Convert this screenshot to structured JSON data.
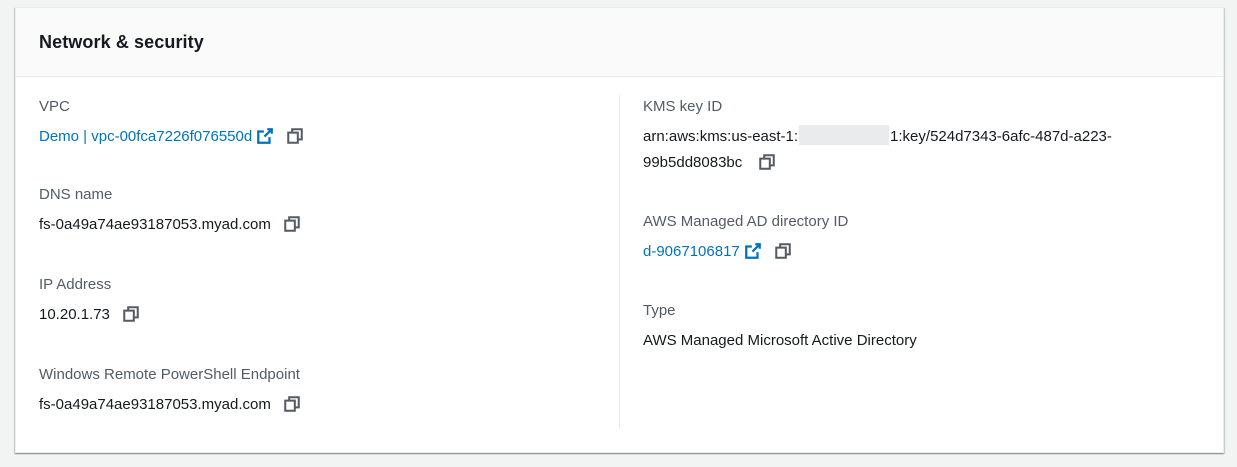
{
  "panel": {
    "title": "Network & security"
  },
  "left": {
    "vpc": {
      "label": "VPC",
      "value": "Demo | vpc-00fca7226f076550d"
    },
    "dns_name": {
      "label": "DNS name",
      "value": "fs-0a49a74ae93187053.myad.com"
    },
    "ip_address": {
      "label": "IP Address",
      "value": "10.20.1.73"
    },
    "powershell_endpoint": {
      "label": "Windows Remote PowerShell Endpoint",
      "value": "fs-0a49a74ae93187053.myad.com"
    }
  },
  "right": {
    "kms_key": {
      "label": "KMS key ID",
      "value_prefix": "arn:aws:kms:us-east-1:",
      "value_suffix": "1:key/524d7343-6afc-487d-a223-99b5dd8083bc"
    },
    "ad_directory": {
      "label": "AWS Managed AD directory ID",
      "value": "d-9067106817"
    },
    "type": {
      "label": "Type",
      "value": "AWS Managed Microsoft Active Directory"
    }
  },
  "icons": {
    "external_link": "external-link-icon",
    "copy": "copy-icon"
  },
  "colors": {
    "link": "#0073bb",
    "label": "#545b64",
    "text": "#16191f",
    "header_bg": "#fafafa",
    "page_bg": "#f2f3f3",
    "redaction": "#e9ebed"
  }
}
